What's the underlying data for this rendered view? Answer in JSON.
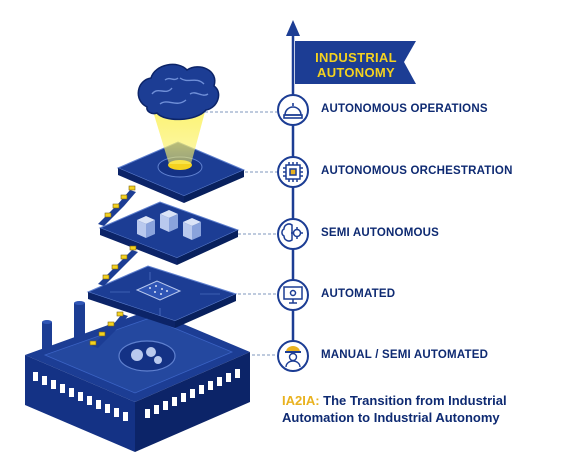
{
  "flag": {
    "line1": "INDUSTRIAL",
    "line2": "AUTONOMY"
  },
  "levels": [
    {
      "label": "AUTONOMOUS OPERATIONS",
      "icon": "robot-dome-icon"
    },
    {
      "label": "AUTONOMOUS ORCHESTRATION",
      "icon": "chip-icon"
    },
    {
      "label": "SEMI AUTONOMOUS",
      "icon": "brain-gear-icon"
    },
    {
      "label": "AUTOMATED",
      "icon": "monitor-gear-icon"
    },
    {
      "label": "MANUAL / SEMI AUTOMATED",
      "icon": "worker-icon"
    }
  ],
  "caption": {
    "lead": "IA2IA:",
    "line1": " The Transition from Industrial",
    "line2": "Automation to Industrial Autonomy"
  },
  "colors": {
    "navy": "#1c3d94",
    "dark_navy": "#0e2a72",
    "yellow": "#f4d21f",
    "gold": "#e9b21f"
  }
}
